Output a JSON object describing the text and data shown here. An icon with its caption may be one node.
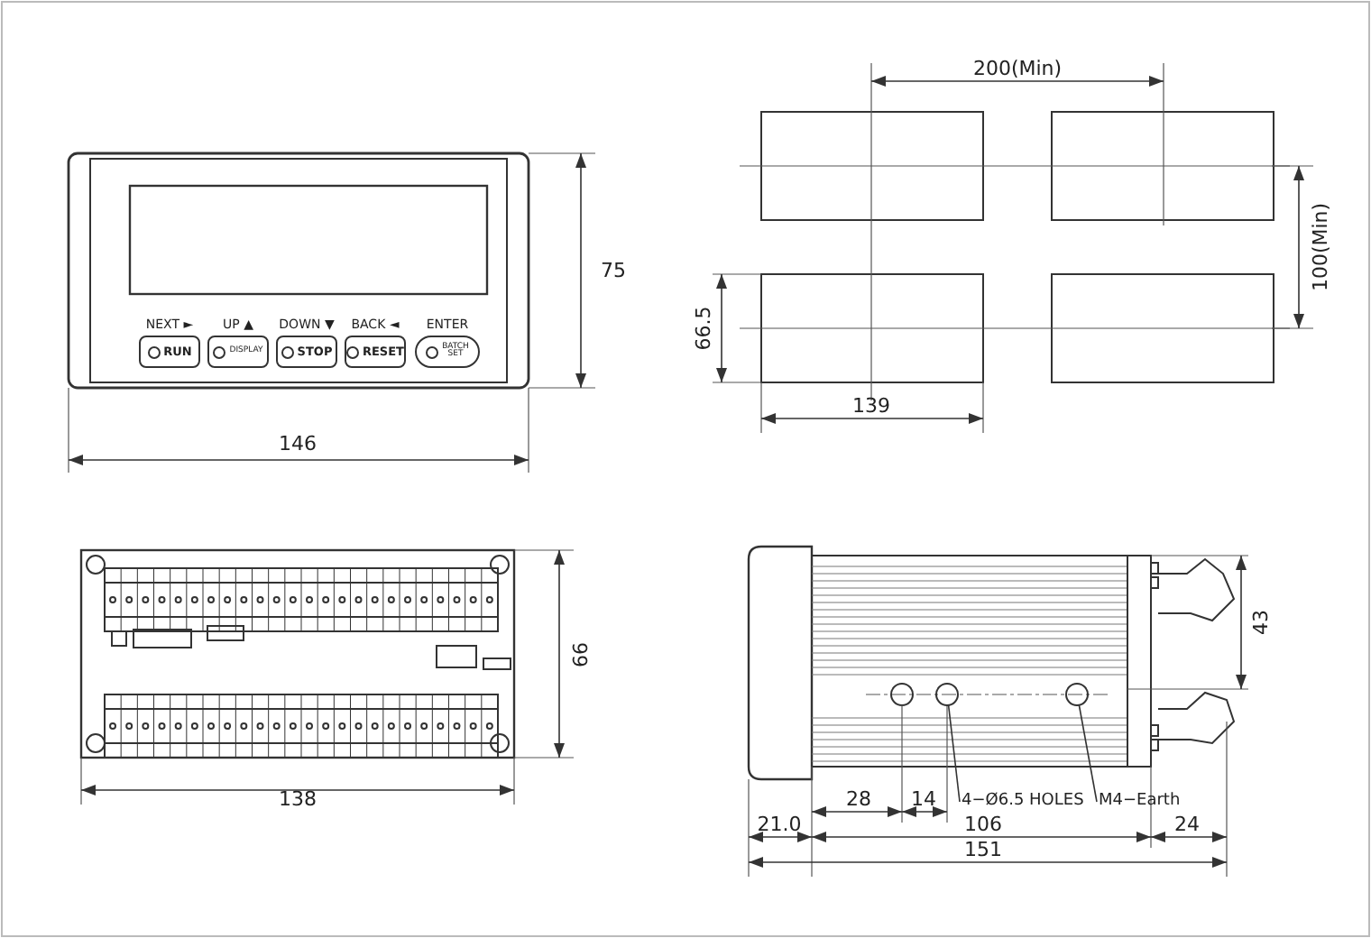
{
  "diagram": {
    "nodes": [
      {
        "text": [
          "RUN"
        ],
        "beside": [
          "NEXT ►"
        ]
      },
      {
        "text": [
          "DISPLAY"
        ],
        "beside": [
          "UP ▲"
        ]
      },
      {
        "text": [
          "STOP"
        ],
        "beside": [
          "DOWN ▼"
        ]
      },
      {
        "text": [
          "RESET"
        ],
        "beside": [
          "BACK ◄"
        ]
      },
      {
        "text": [
          "BATCH SET"
        ],
        "beside": [
          "ENTER"
        ]
      },
      {
        "text": [
          "4−Ø6.5 HOLES"
        ]
      },
      {
        "text": [],
        "shape": "circle"
      },
      {
        "text": [
          "M4−Earth"
        ]
      },
      {
        "text": [],
        "shape": "circle"
      }
    ],
    "edges": [
      {
        "from": 5,
        "to": 6,
        "arrow": "none"
      },
      {
        "from": 7,
        "to": 8,
        "arrow": "none"
      }
    ],
    "labels": [
      "200(Min)",
      "75",
      "100(Min)",
      "66.5",
      "139",
      "146",
      "43",
      "66",
      "138",
      "28",
      "14",
      "21.0",
      "106",
      "24",
      "151"
    ]
  }
}
